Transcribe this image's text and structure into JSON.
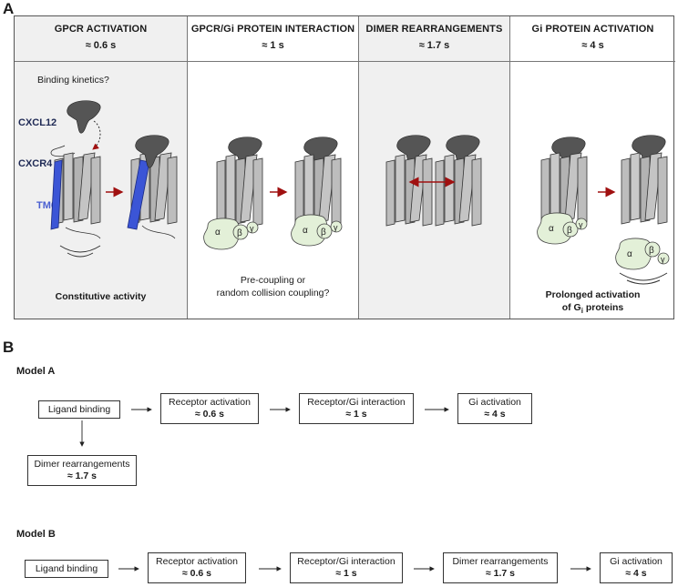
{
  "panel_a": {
    "letter": "A",
    "columns": [
      {
        "title": "GPCR ACTIVATION",
        "time": "≈ 0.6 s",
        "caption": "Constitutive activity"
      },
      {
        "title": "GPCR/Gi PROTEIN INTERACTION",
        "time": "≈ 1 s",
        "caption_line1": "Pre-coupling or",
        "caption_line2": "random collision coupling?"
      },
      {
        "title": "DIMER REARRANGEMENTS",
        "time": "≈ 1.7 s"
      },
      {
        "title": "Gi PROTEIN ACTIVATION",
        "time": "≈ 4 s",
        "caption_line1": "Prolonged activation",
        "caption_line2_prefix": "of G",
        "caption_line2_sub": "i",
        "caption_line2_suffix": " proteins"
      }
    ],
    "labels": {
      "binding_kinetics": "Binding kinetics?",
      "cxcl12": "CXCL12",
      "cxcr4": "CXCR4",
      "tm6": "TM6",
      "alpha": "α",
      "beta": "β",
      "gamma": "γ"
    },
    "colors": {
      "tm6": "#3b55d6",
      "arrow": "#a01010",
      "gprotein": "#e3f0d8",
      "ligand": "#555555",
      "helix": "#bdbdbd"
    }
  },
  "panel_b": {
    "letter": "B",
    "model_a": {
      "title": "Model A",
      "ligand": "Ligand binding",
      "steps": [
        {
          "name": "Receptor activation",
          "time": "≈ 0.6 s"
        },
        {
          "name": "Receptor/Gi interaction",
          "time": "≈ 1 s"
        },
        {
          "name": "Gi activation",
          "time": "≈ 4 s"
        }
      ],
      "branch": {
        "name": "Dimer rearrangements",
        "time": "≈ 1.7 s"
      }
    },
    "model_b": {
      "title": "Model B",
      "ligand": "Ligand binding",
      "steps": [
        {
          "name": "Receptor activation",
          "time": "≈ 0.6 s"
        },
        {
          "name": "Receptor/Gi interaction",
          "time": "≈ 1 s"
        },
        {
          "name": "Dimer rearrangements",
          "time": "≈ 1.7 s"
        },
        {
          "name": "Gi activation",
          "time": "≈ 4 s"
        }
      ]
    }
  }
}
